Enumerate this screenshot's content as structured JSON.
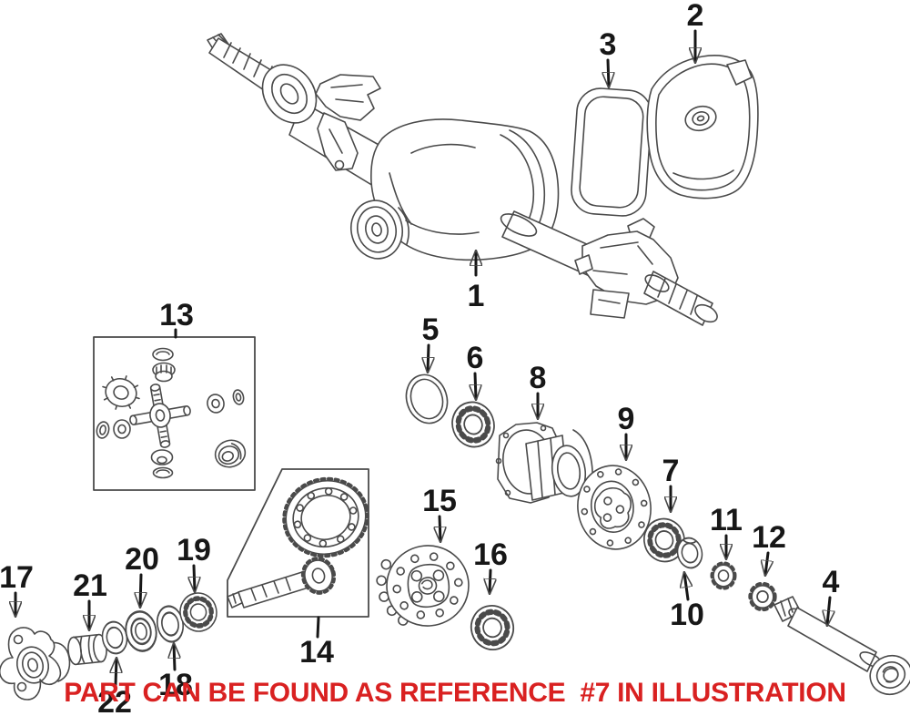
{
  "diagram": {
    "type": "exploded-parts-diagram",
    "subject": "rear axle assembly",
    "callouts": [
      {
        "label": "1"
      },
      {
        "label": "2"
      },
      {
        "label": "3"
      },
      {
        "label": "4"
      },
      {
        "label": "5"
      },
      {
        "label": "6"
      },
      {
        "label": "7"
      },
      {
        "label": "8"
      },
      {
        "label": "9"
      },
      {
        "label": "10"
      },
      {
        "label": "11"
      },
      {
        "label": "12"
      },
      {
        "label": "13"
      },
      {
        "label": "14"
      },
      {
        "label": "15"
      },
      {
        "label": "16"
      },
      {
        "label": "17"
      },
      {
        "label": "18"
      },
      {
        "label": "19"
      },
      {
        "label": "20"
      },
      {
        "label": "21"
      },
      {
        "label": "22"
      }
    ],
    "notice": {
      "text": "PART CAN BE FOUND AS REFERENCE  #7 IN ILLUSTRATION"
    },
    "colors": {
      "background": "#ffffff",
      "line": "#4a4a4a",
      "label": "#171717",
      "notice": "#d92121"
    }
  }
}
